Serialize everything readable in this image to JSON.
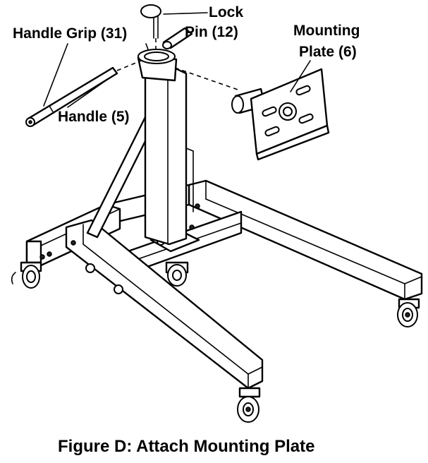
{
  "labels": {
    "lock_pin_line1": "Lock",
    "lock_pin_line2": "Pin (12)",
    "handle_grip": "Handle Grip (31)",
    "mounting_plate_line1": "Mounting",
    "mounting_plate_line2": "Plate (6)",
    "handle": "Handle (5)"
  },
  "caption": "Figure D:  Attach Mounting Plate"
}
